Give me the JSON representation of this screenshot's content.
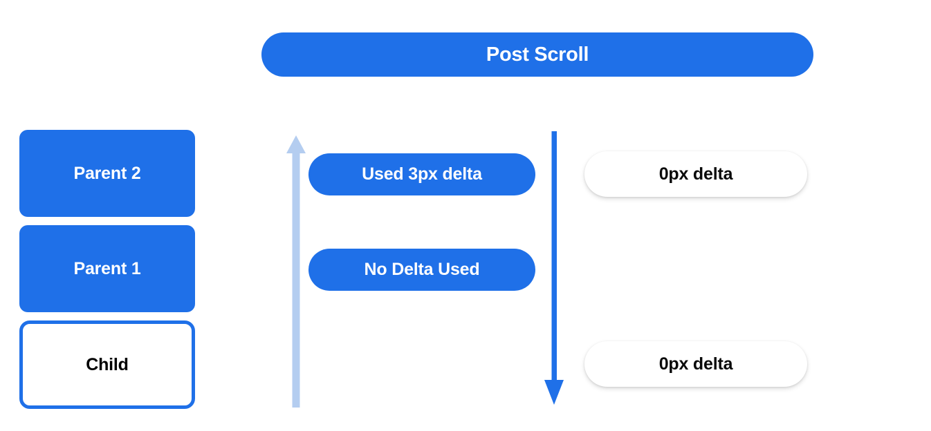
{
  "diagram": {
    "title": "Post Scroll",
    "colors": {
      "accent_blue": "#1f70e8",
      "light_blue_arrow": "#b4cdf0",
      "text_dark": "#0a0a0a",
      "surface_white": "#ffffff"
    },
    "nodes": [
      {
        "id": "parent2",
        "label": "Parent 2",
        "style": "filled"
      },
      {
        "id": "parent1",
        "label": "Parent 1",
        "style": "filled"
      },
      {
        "id": "child",
        "label": "Child",
        "style": "outlined"
      }
    ],
    "arrows": [
      {
        "id": "arrow-up",
        "direction": "up",
        "color": "#b4cdf0"
      },
      {
        "id": "arrow-down",
        "direction": "down",
        "color": "#1f70e8"
      }
    ],
    "annotations": [
      {
        "id": "used-delta",
        "label": "Used 3px delta",
        "style": "blue"
      },
      {
        "id": "no-delta",
        "label": "No Delta Used",
        "style": "blue"
      },
      {
        "id": "delta-top",
        "label": "0px delta",
        "style": "white"
      },
      {
        "id": "delta-bottom",
        "label": "0px delta",
        "style": "white"
      }
    ]
  }
}
